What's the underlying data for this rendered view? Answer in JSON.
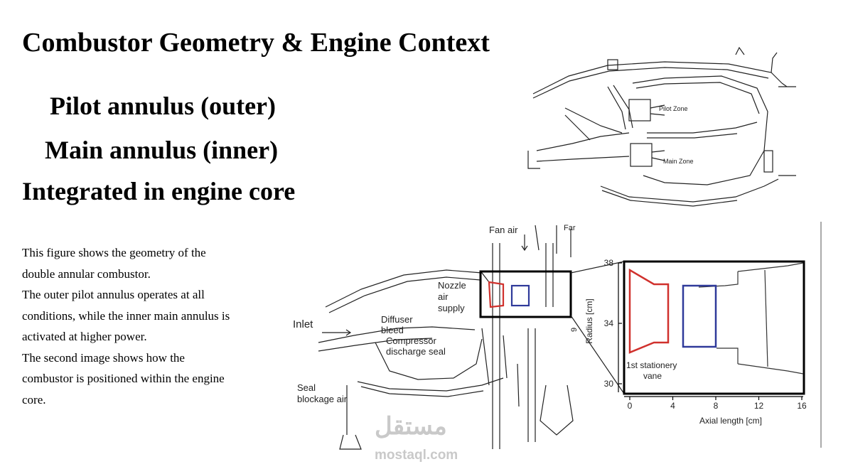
{
  "slide": {
    "title": "Combustor Geometry & Engine Context",
    "bullets": [
      "Pilot annulus (outer)",
      "Main annulus (inner)",
      "Integrated in engine core"
    ],
    "description_lines": [
      "This figure shows the geometry of the",
      "double annular combustor.",
      " The outer pilot annulus operates at all",
      "conditions, while the inner main annulus is",
      "activated at higher power.",
      " The second image shows how the",
      "combustor is positioned within the engine",
      "core."
    ]
  },
  "figure_top": {
    "labels": {
      "pilot_zone": "Pilot Zone",
      "main_zone": "Main Zone"
    }
  },
  "figure_bottom": {
    "labels": {
      "fan_air": "Fan air",
      "far": "Far",
      "nozzle_air_supply": [
        "Nozzle",
        "air",
        "supply"
      ],
      "inlet": "Inlet",
      "diffuser_bleed": [
        "Diffuser",
        "bleed"
      ],
      "compressor_discharge_seal": [
        "Compressor",
        "discharge seal"
      ],
      "seal_blockage_air": [
        "Seal",
        "blockage air"
      ],
      "marker": "9"
    },
    "inset": {
      "y_axis_label": "Radius [cm]",
      "x_axis_label": "Axial length [cm]",
      "y_ticks": [
        "38",
        "34",
        "30"
      ],
      "x_ticks": [
        "0",
        "4",
        "8",
        "12",
        "16"
      ],
      "vane_label": [
        "1st stationery",
        "vane"
      ],
      "colors": {
        "pilot": "#d0312d",
        "main": "#2f3a9a"
      }
    }
  },
  "watermark": {
    "arabic": "مستقل",
    "latin": "mostaql.com"
  }
}
